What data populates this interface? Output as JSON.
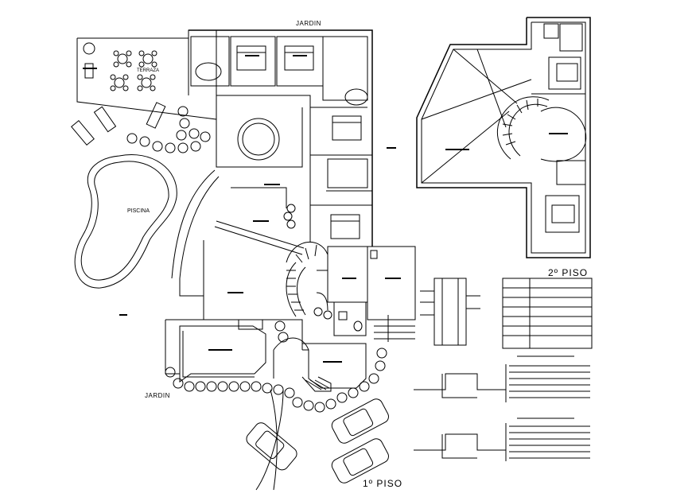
{
  "drawing": {
    "labels": {
      "jardin_top": "JARDIN",
      "jardin_bottom": "JARDIN",
      "terraza": "TERRAZA",
      "piscina": "PISCINA",
      "floor1": "1º  PISO",
      "floor2": "2º  PISO"
    },
    "line_color": "#000000",
    "background": "#ffffff"
  }
}
